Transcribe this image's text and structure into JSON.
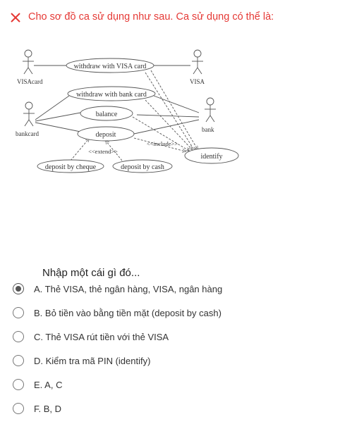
{
  "question": {
    "status_icon": "close-icon",
    "status_color": "#e53935",
    "text": "Cho sơ đồ ca sử dụng như sau. Ca sử dụng có thể là:"
  },
  "diagram": {
    "actors": {
      "visacard": "VISAcard",
      "visa": "VISA",
      "bankcard": "bankcard",
      "bank": "bank"
    },
    "usecases": {
      "withdraw_visa": "withdraw with VISA card",
      "withdraw_bank": "withdraw with bank card",
      "balance": "balance",
      "deposit": "deposit",
      "identify": "identify",
      "deposit_cheque": "deposit by cheque",
      "deposit_cash": "deposit by cash"
    },
    "stereotypes": {
      "extend": "<<extend>>",
      "include": "<<include>>"
    }
  },
  "input": {
    "placeholder": "Nhập một cái gì đó..."
  },
  "options": [
    {
      "label": "A. Thẻ VISA, thẻ ngân hàng, VISA, ngân hàng",
      "selected": true
    },
    {
      "label": "B. Bỏ tiền vào bằng tiền mặt (deposit by cash)",
      "selected": false
    },
    {
      "label": "C. Thẻ VISA rút tiền với thẻ VISA",
      "selected": false
    },
    {
      "label": "D. Kiểm tra mã PIN (identify)",
      "selected": false
    },
    {
      "label": "E. A, C",
      "selected": false
    },
    {
      "label": "F. B, D",
      "selected": false
    }
  ]
}
